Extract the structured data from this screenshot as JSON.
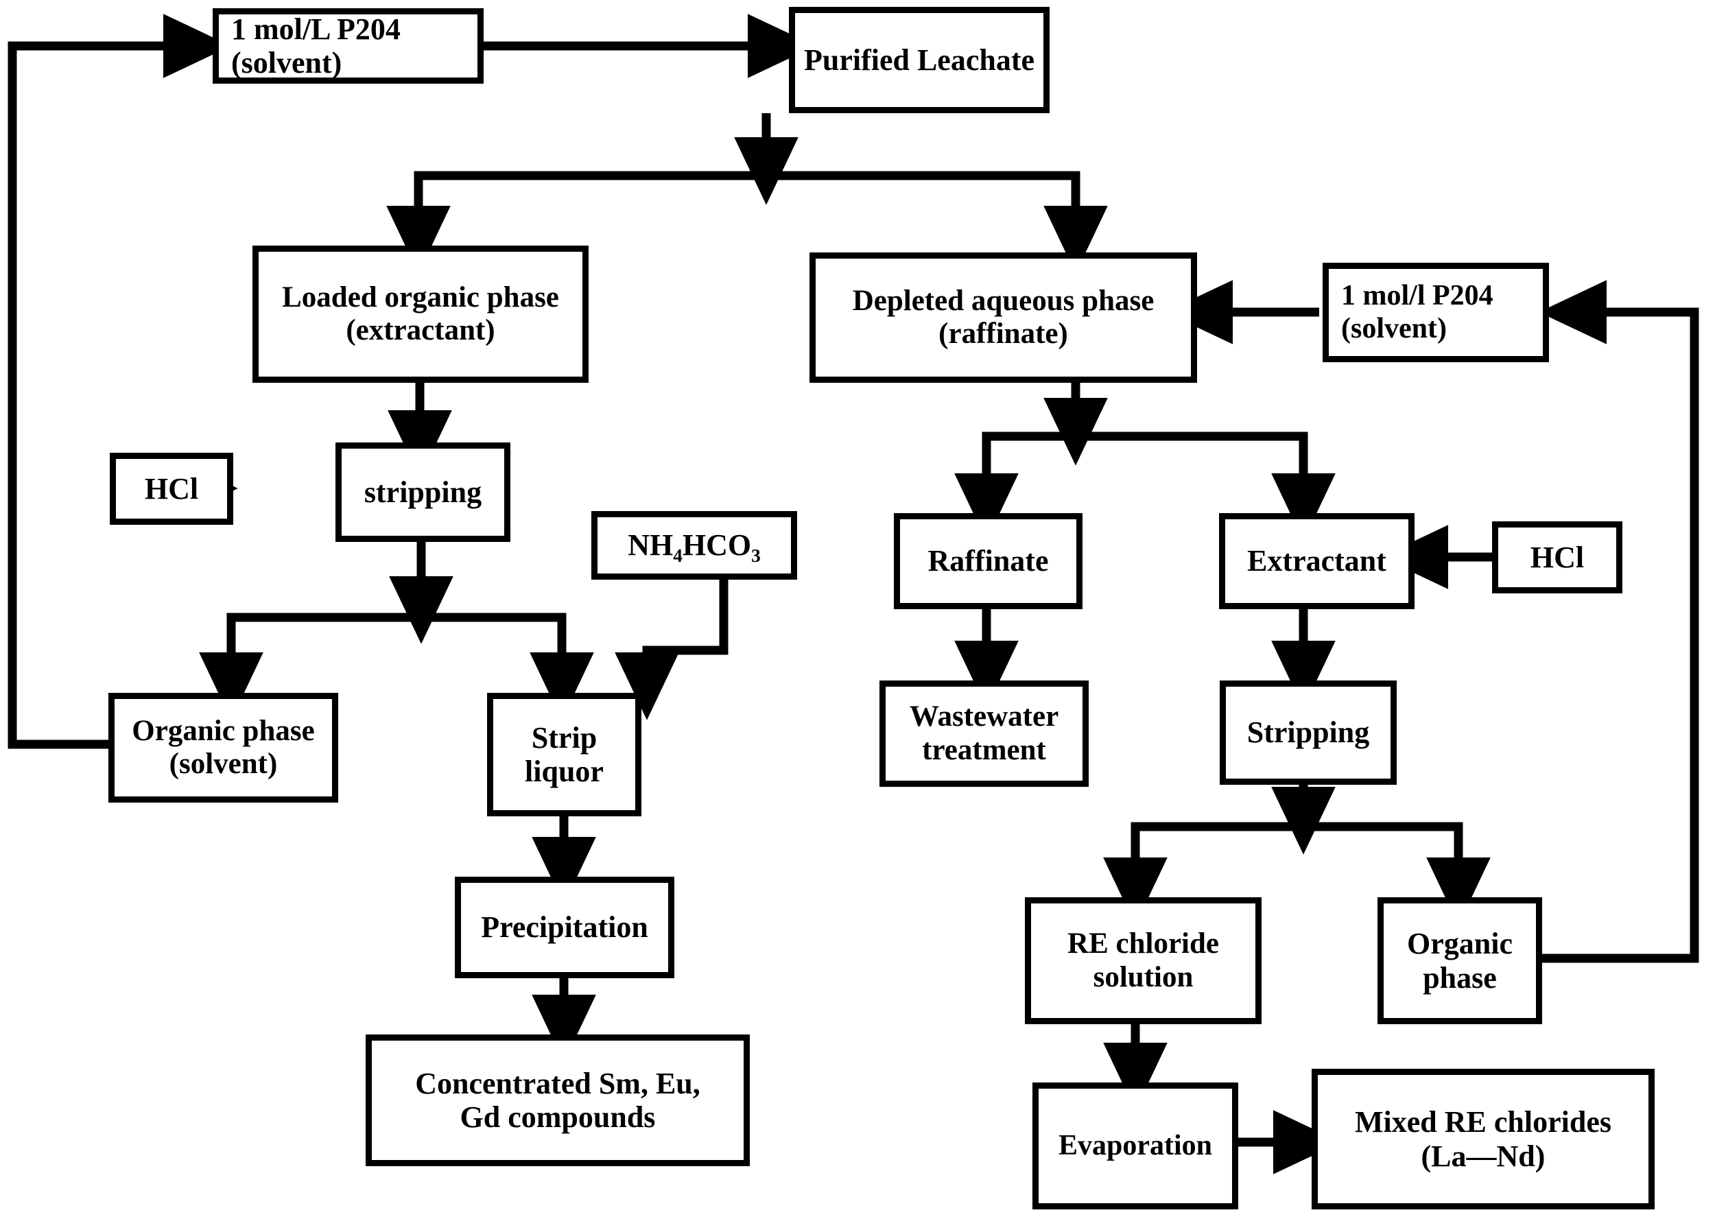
{
  "diagram": {
    "title": "Solvent extraction flowsheet for rare earth separation",
    "stroke_color": "#000000",
    "fill_color": "#ffffff",
    "nodes": {
      "p204_top_left": {
        "line1": "1 mol/L P204",
        "line2": "(solvent)"
      },
      "purified_leachate": {
        "line1": "Purified Leachate"
      },
      "loaded_organic": {
        "line1": "Loaded organic phase",
        "line2": "(extractant)"
      },
      "depleted_aqueous": {
        "line1": "Depleted aqueous phase",
        "line2": "(raffinate)"
      },
      "p204_right": {
        "line1": "1 mol/l P204",
        "line2": "(solvent)"
      },
      "hcl_left": {
        "line1": "HCl"
      },
      "stripping_left": {
        "line1": "stripping"
      },
      "nh4hco3": {
        "pre": "NH",
        "sub1": "4",
        "mid": "HCO",
        "sub2": "3"
      },
      "organic_phase_solvent": {
        "line1": "Organic phase",
        "line2": "(solvent)"
      },
      "strip_liquor": {
        "line1": "Strip",
        "line2": "liquor"
      },
      "precipitation": {
        "line1": "Precipitation"
      },
      "concentrated": {
        "line1": "Concentrated Sm, Eu,",
        "line2": "Gd compounds"
      },
      "raffinate": {
        "line1": "Raffinate"
      },
      "extractant": {
        "line1": "Extractant"
      },
      "hcl_right": {
        "line1": "HCl"
      },
      "wastewater": {
        "line1": "Wastewater",
        "line2": "treatment"
      },
      "stripping_right": {
        "line1": "Stripping"
      },
      "re_chloride": {
        "line1": "RE chloride",
        "line2": "solution"
      },
      "organic_phase_right": {
        "line1": "Organic",
        "line2": "phase"
      },
      "evaporation": {
        "line1": "Evaporation"
      },
      "mixed_re": {
        "line1": "Mixed RE chlorides",
        "line2": "(La—Nd)"
      }
    }
  }
}
